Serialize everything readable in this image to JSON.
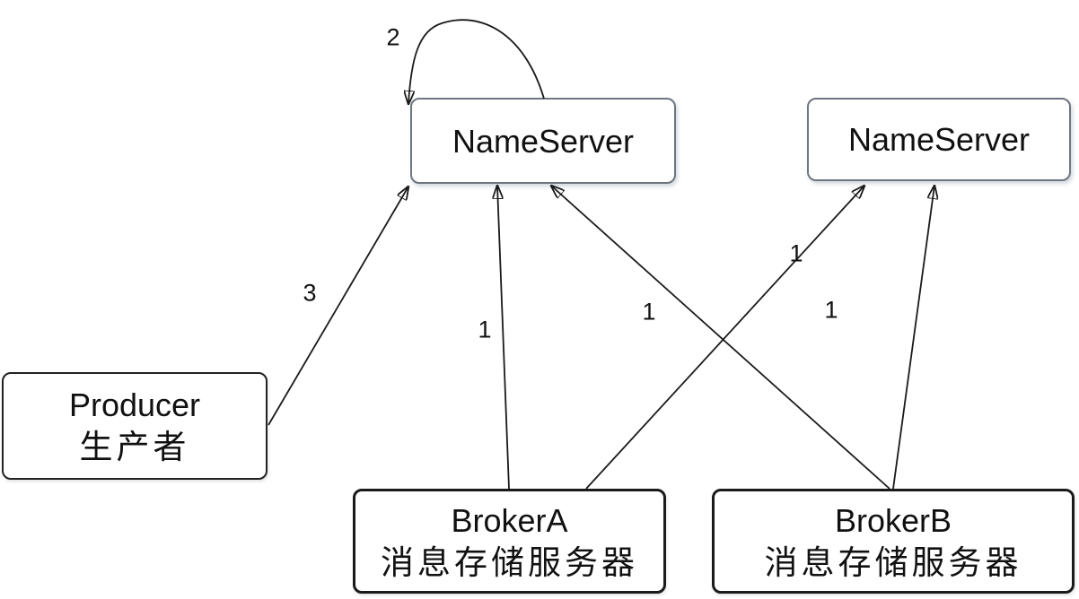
{
  "diagram": {
    "description": "Message-queue architecture diagram with NameServers, Producer and Brokers",
    "colors": {
      "background": "#ffffff",
      "edge_stroke": "#1a1a1a",
      "nameserver_border": "#6e7680",
      "node_border_dark": "#1a1a1a",
      "text": "#111111"
    },
    "nodes": [
      {
        "id": "nameserver-left",
        "lines": [
          "NameServer"
        ]
      },
      {
        "id": "nameserver-right",
        "lines": [
          "NameServer"
        ]
      },
      {
        "id": "producer",
        "lines": [
          "Producer",
          "生产者"
        ]
      },
      {
        "id": "broker-a",
        "lines": [
          "BrokerA",
          "消息存储服务器"
        ]
      },
      {
        "id": "broker-b",
        "lines": [
          "BrokerB",
          "消息存储服务器"
        ]
      }
    ],
    "edges": [
      {
        "id": "ns-left-self-loop",
        "from": "nameserver-left",
        "to": "nameserver-left",
        "label": "2"
      },
      {
        "id": "producer-to-ns-left",
        "from": "producer",
        "to": "nameserver-left",
        "label": "3"
      },
      {
        "id": "broker-a-to-ns-left",
        "from": "broker-a",
        "to": "nameserver-left",
        "label": "1"
      },
      {
        "id": "broker-a-to-ns-right",
        "from": "broker-a",
        "to": "nameserver-right",
        "label": "1"
      },
      {
        "id": "broker-b-to-ns-left",
        "from": "broker-b",
        "to": "nameserver-left",
        "label": "1"
      },
      {
        "id": "broker-b-to-ns-right",
        "from": "broker-b",
        "to": "nameserver-right",
        "label": "1"
      }
    ]
  }
}
